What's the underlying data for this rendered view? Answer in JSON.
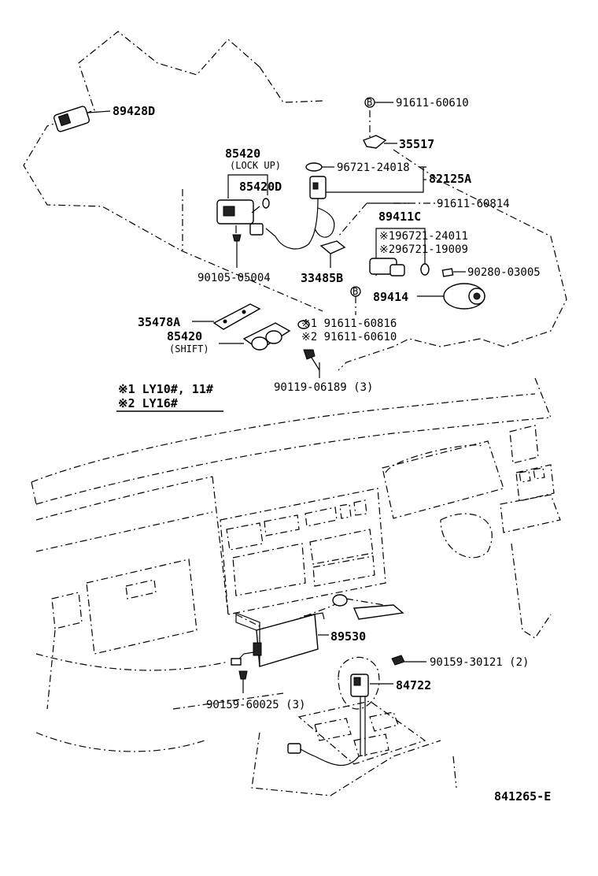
{
  "diagram": {
    "footer_code": "841265-E",
    "notes": [
      "※1 LY10#, 11#",
      "※2 LY16#"
    ],
    "parts": {
      "p89428D": "89428D",
      "p91611_60610_top": "91611-60610",
      "p35517": "35517",
      "p85420_lockup": "85420",
      "lockup_caption": "(LOCK UP)",
      "p96721_24018": "96721-24018",
      "p82125A": "82125A",
      "p85420D": "85420D",
      "p91611_60814": "91611-60814",
      "p89411C": "89411C",
      "p196721_24011": "※196721-24011",
      "p296721_19009": "※296721-19009",
      "p90280_03005": "90280-03005",
      "p90105_05004": "90105-05004",
      "p33485B": "33485B",
      "p89414": "89414",
      "p35478A": "35478A",
      "p91611_60816": "※1 91611-60816",
      "p85420_shift": "85420",
      "shift_caption": "(SHIFT)",
      "p91611_60610_2": "※2 91611-60610",
      "p90119_06189": "90119-06189 (3)",
      "p89530": "89530",
      "p90159_30121": "90159-30121 (2)",
      "p84722": "84722",
      "p90159_60025": "90159-60025 (3)"
    },
    "markers": {
      "bolt_marker": "B"
    }
  }
}
